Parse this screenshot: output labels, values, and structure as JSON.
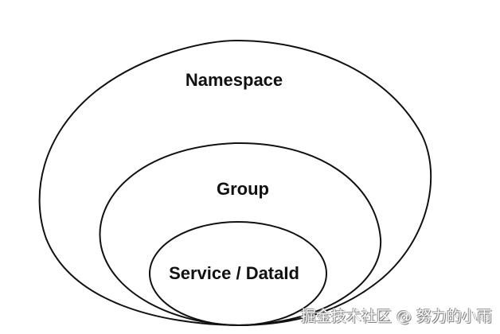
{
  "diagram": {
    "type": "nested-ellipses",
    "layers": [
      {
        "id": "namespace",
        "label": "Namespace",
        "level": 1
      },
      {
        "id": "group",
        "label": "Group",
        "level": 2
      },
      {
        "id": "service",
        "label": "Service / DataId",
        "level": 3
      }
    ],
    "stroke_color": "#111111",
    "background": "#ffffff"
  },
  "watermark": {
    "text": "掘金技术社区 @ 努力的小雨"
  }
}
